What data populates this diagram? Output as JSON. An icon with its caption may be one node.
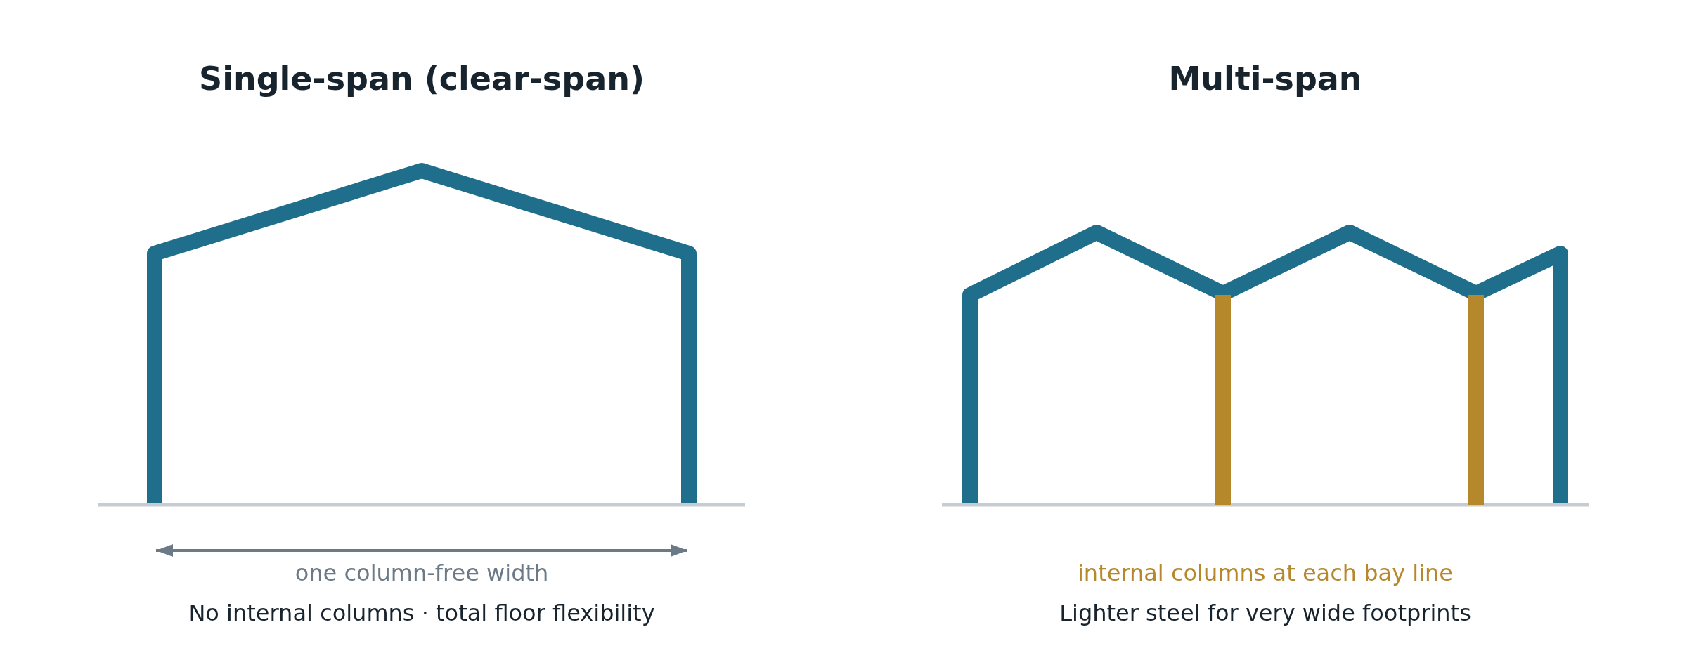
{
  "diagram": {
    "labels": [
      "Single-span (clear-span)",
      "Multi-span",
      "one column-free width",
      "internal columns at each bay line",
      "No internal columns · total floor flexibility",
      "Lighter steel for very wide footprints"
    ]
  }
}
